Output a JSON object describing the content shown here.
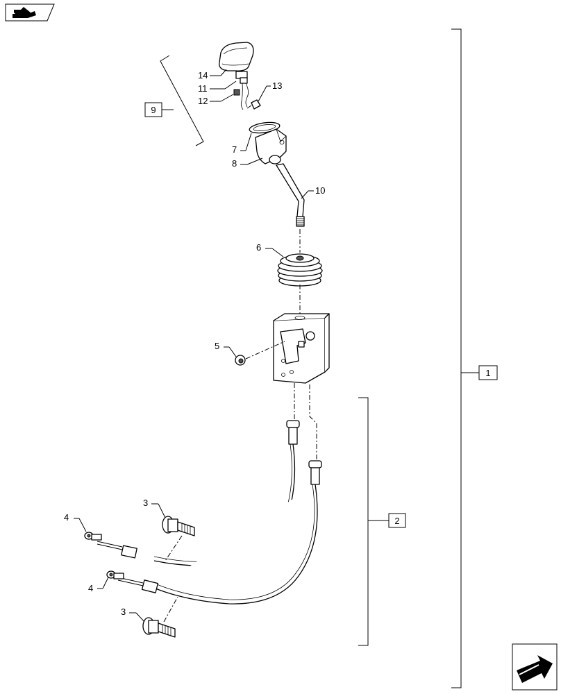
{
  "callouts": {
    "c1": "1",
    "c2": "2",
    "c3a": "3",
    "c3b": "3",
    "c4a": "4",
    "c4b": "4",
    "c5": "5",
    "c6": "6",
    "c7": "7",
    "c8": "8",
    "c9": "9",
    "c10": "10",
    "c11": "11",
    "c12": "12",
    "c13": "13",
    "c14": "14"
  },
  "icons": {
    "top_left": "book-arrow-icon",
    "bottom_right": "next-page-arrow-icon"
  }
}
